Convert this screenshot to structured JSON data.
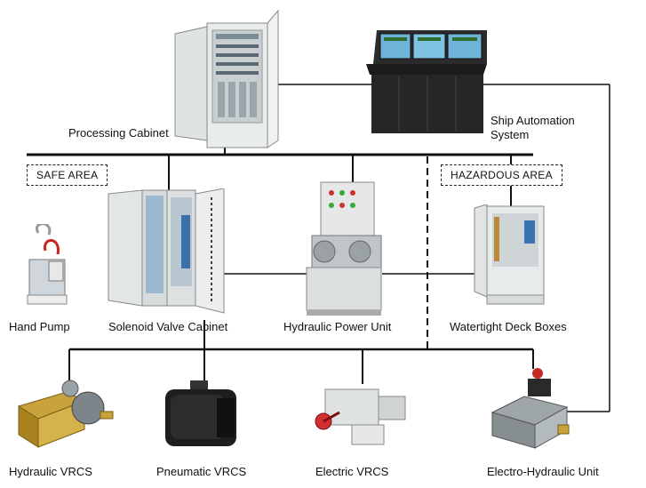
{
  "labels": {
    "processing_cabinet": "Processing Cabinet",
    "ship_automation_line1": "Ship Automation",
    "ship_automation_line2": "System",
    "hand_pump": "Hand Pump",
    "solenoid_valve_cabinet": "Solenoid Valve Cabinet",
    "hydraulic_power_unit": "Hydraulic Power Unit",
    "watertight_deck_boxes": "Watertight Deck Boxes",
    "hydraulic_vrcs": "Hydraulic VRCS",
    "pneumatic_vrcs": "Pneumatic VRCS",
    "electric_vrcs": "Electric VRCS",
    "electro_hydraulic_unit": "Electro-Hydraulic Unit"
  },
  "zones": {
    "safe_area": "SAFE  AREA",
    "hazardous_area": "HAZARDOUS AREA"
  }
}
